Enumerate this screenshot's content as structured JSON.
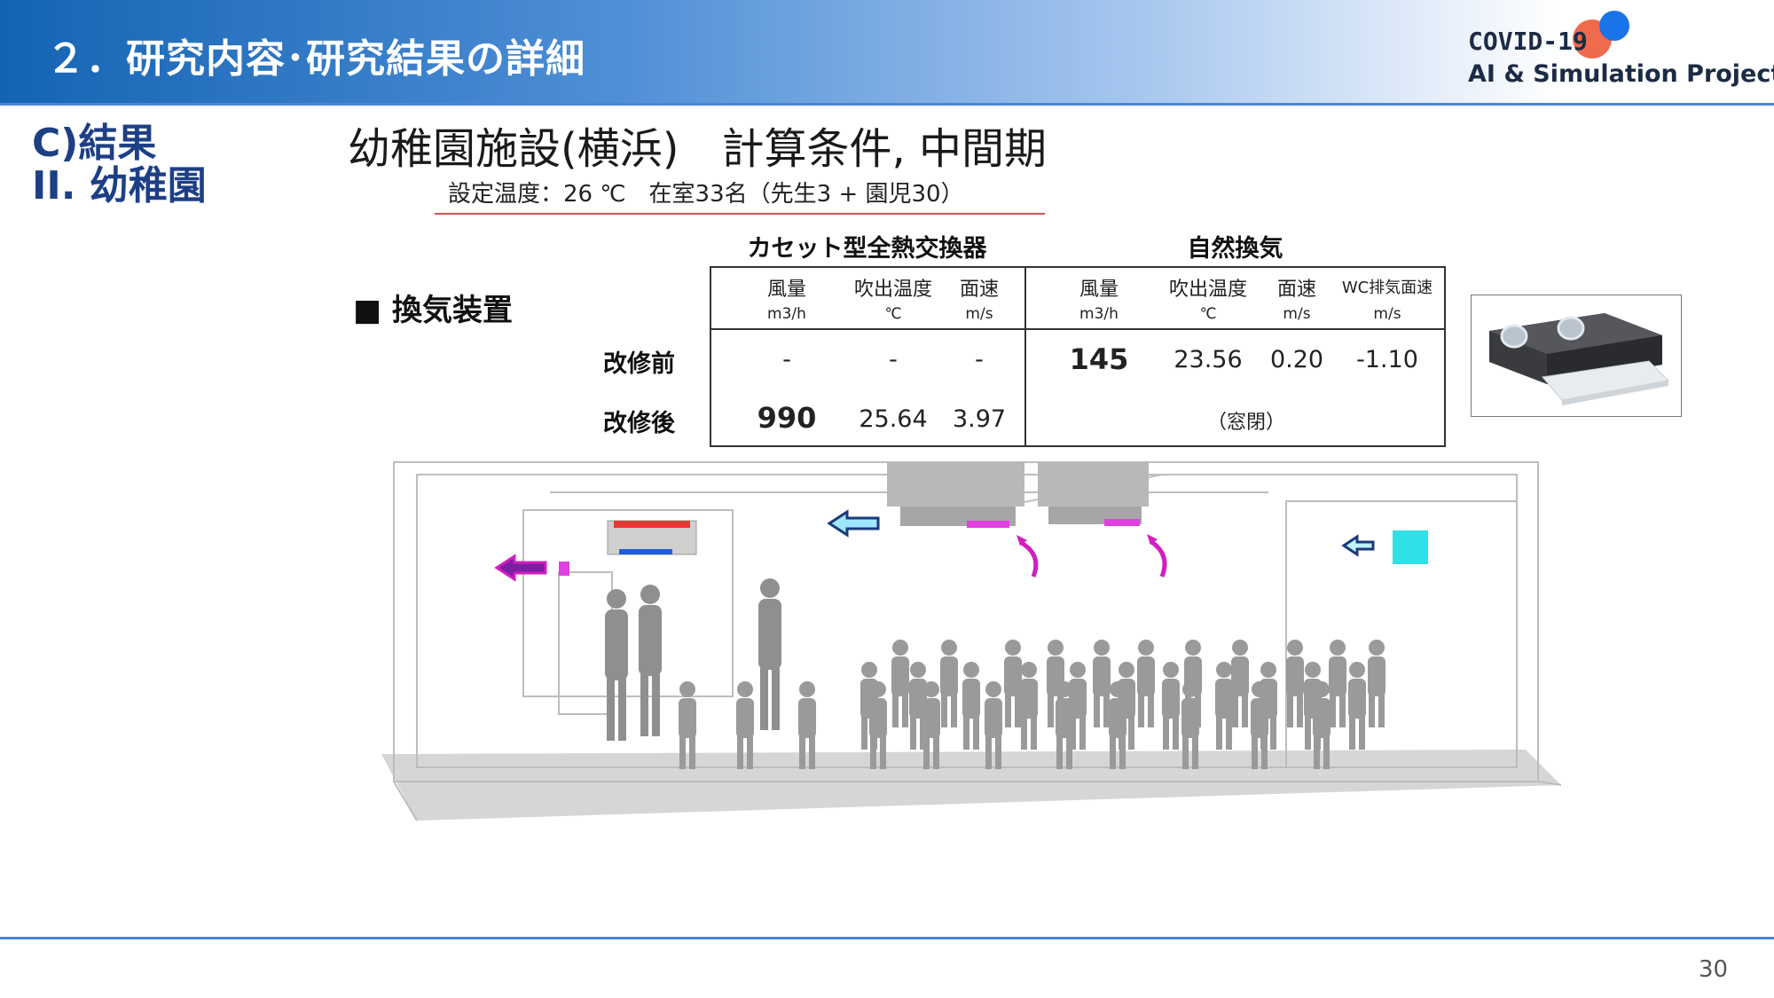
{
  "header": {
    "title": "２．研究内容･研究結果の詳細",
    "logo_line1": "COVID-19",
    "logo_line2": "AI & Simulation Project"
  },
  "side_title": {
    "line1": "C)結果",
    "line2": "II. 幼稚園"
  },
  "main_title": "幼稚園施設(横浜)　計算条件, 中間期",
  "conditions": "設定温度：26 ℃　在室33名（先生3 + 園児30）",
  "ventilation_label": "■ 換気装置",
  "table": {
    "group1": "カセット型全熱交換器",
    "group2": "自然換気",
    "columns": [
      {
        "name": "風量",
        "unit": "m3/h"
      },
      {
        "name": "吹出温度",
        "unit": "℃"
      },
      {
        "name": "面速",
        "unit": "m/s"
      },
      {
        "name": "風量",
        "unit": "m3/h"
      },
      {
        "name": "吹出温度",
        "unit": "℃"
      },
      {
        "name": "面速",
        "unit": "m/s"
      },
      {
        "name": "WC排気面速",
        "unit": "m/s"
      }
    ],
    "rows": [
      {
        "label": "改修前",
        "cells": [
          "-",
          "-",
          "-",
          "145",
          "23.56",
          "0.20",
          "-1.10"
        ]
      },
      {
        "label": "改修後",
        "cells": [
          "990",
          "25.64",
          "3.97"
        ],
        "closed_note": "（窓閉）"
      }
    ]
  },
  "colors": {
    "header_blue": "#1464b4",
    "title_navy": "#1d3f86",
    "accent_red": "#d9534f",
    "arrow_magenta": "#d21fbf",
    "arrow_cyan": "#2fe0e6"
  },
  "page_number": "30"
}
